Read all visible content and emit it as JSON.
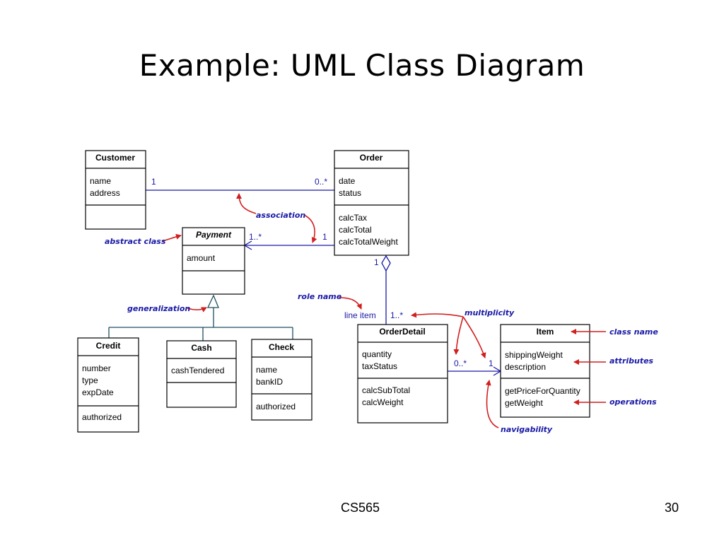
{
  "title": "Example: UML Class Diagram",
  "footer": {
    "course": "CS565",
    "page": "30"
  },
  "classes": {
    "customer": {
      "name": "Customer",
      "attributes": [
        "name",
        "address"
      ],
      "operations": []
    },
    "order": {
      "name": "Order",
      "attributes": [
        "date",
        "status"
      ],
      "operations": [
        "calcTax",
        "calcTotal",
        "calcTotalWeight"
      ]
    },
    "payment": {
      "name": "Payment",
      "attributes": [
        "amount"
      ],
      "operations": []
    },
    "credit": {
      "name": "Credit",
      "attributes": [
        "number",
        "type",
        "expDate"
      ],
      "operations": [
        "authorized"
      ]
    },
    "cash": {
      "name": "Cash",
      "attributes": [
        "cashTendered"
      ],
      "operations": []
    },
    "check": {
      "name": "Check",
      "attributes": [
        "name",
        "bankID"
      ],
      "operations": [
        "authorized"
      ]
    },
    "orderdetail": {
      "name": "OrderDetail",
      "attributes": [
        "quantity",
        "taxStatus"
      ],
      "operations": [
        "calcSubTotal",
        "calcWeight"
      ]
    },
    "item": {
      "name": "Item",
      "attributes": [
        "shippingWeight",
        "description"
      ],
      "operations": [
        "getPriceForQuantity",
        "getWeight"
      ]
    }
  },
  "multiplicities": {
    "customer_order_customer_end": "1",
    "customer_order_order_end": "0..*",
    "order_payment_payment_end": "1..*",
    "order_payment_order_end": "1",
    "order_detail_order_end": "1",
    "order_detail_detail_end": "1..*",
    "detail_item_detail_end": "0..*",
    "detail_item_item_end": "1"
  },
  "role_name": "line item",
  "annotations": {
    "association": "association",
    "abstract_class": "abstract class",
    "generalization": "generalization",
    "role_name": "role name",
    "multiplicity": "multiplicity",
    "class_name": "class name",
    "attributes": "attributes",
    "operations": "operations",
    "navigability": "navigability"
  },
  "colors": {
    "association_line": "#1a1aa6",
    "generalization_line": "#1f4f5f",
    "annotation_arrow": "#d11f1f",
    "annotation_text": "#1a1aa6"
  }
}
